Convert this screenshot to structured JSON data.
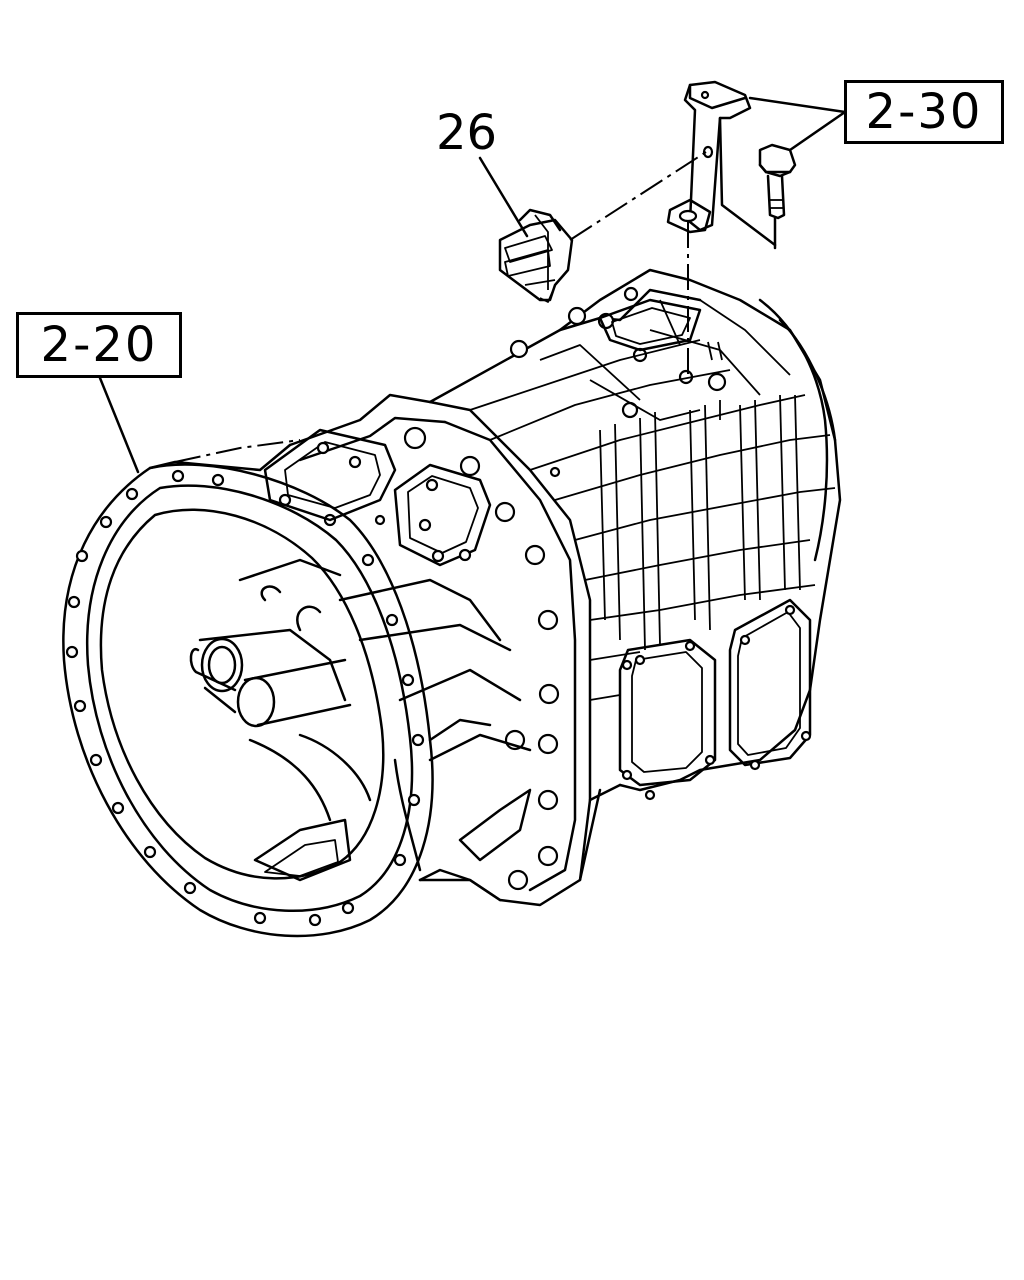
{
  "callouts": {
    "transmission": "2-20",
    "bracket": "2-30",
    "connector": "26"
  }
}
